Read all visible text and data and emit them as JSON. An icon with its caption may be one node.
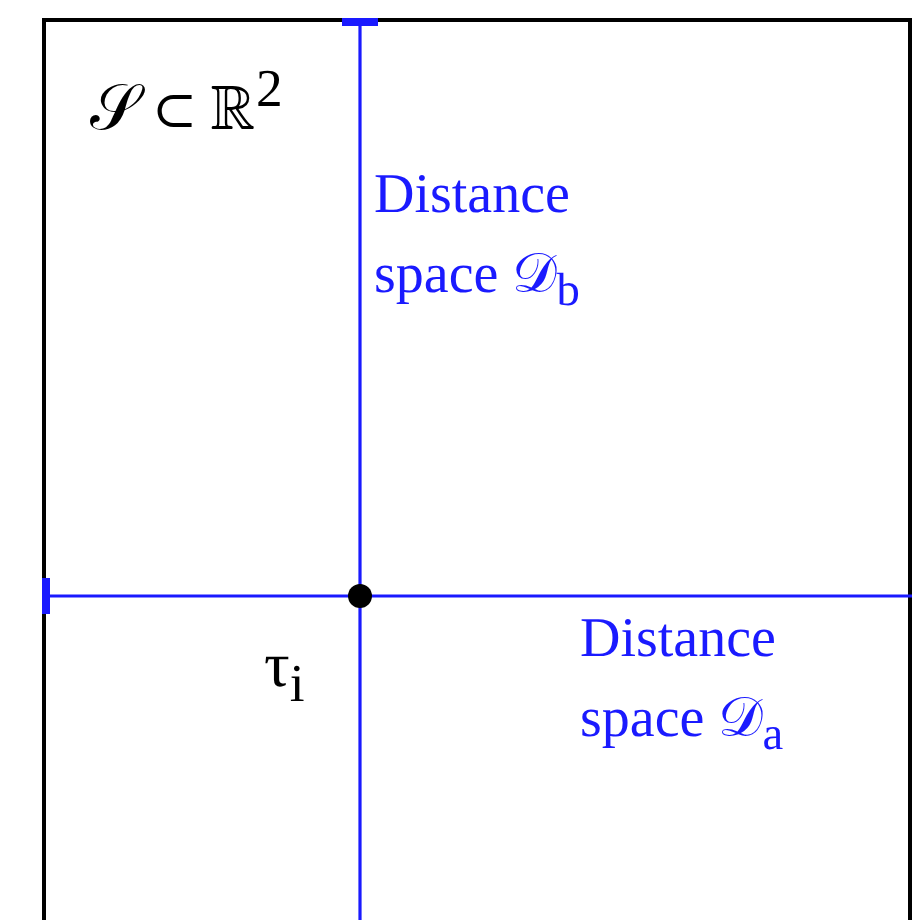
{
  "diagram": {
    "labels": [
      "𝒮 ⊂ ℝ$^{2}$",
      "Distance space 𝒟$_{b}$",
      "τ$_{i}$",
      "Distance space 𝒟$_{a}$"
    ]
  }
}
